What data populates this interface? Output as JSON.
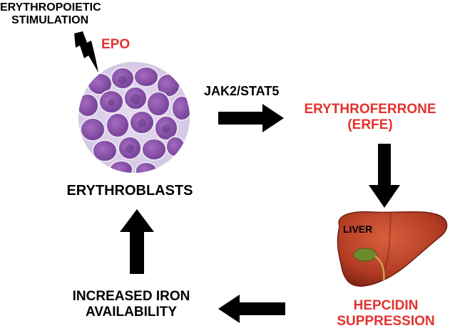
{
  "stimulation": [
    "ERYTHROPOIETIC",
    "STIMULATION"
  ],
  "epo": "EPO",
  "erythroblasts": "ERYTHROBLASTS",
  "pathway": "JAK2/STAT5",
  "erythroferrone": [
    "ERYTHROFERRONE",
    "(ERFE)"
  ],
  "liver": "LIVER",
  "hepcidin": [
    "HEPCIDIN",
    "SUPPRESSION"
  ],
  "iron": [
    "INCREASED IRON",
    "AVAILABILITY"
  ],
  "colors": {
    "accent": "#e2322f",
    "text": "#000000",
    "cells": "#8a4fa8",
    "liver": "#b8402a"
  },
  "icons": [
    "lightning-bolt-icon",
    "erythroblast-cells-image",
    "liver-image",
    "arrow-right",
    "arrow-down",
    "arrow-left",
    "arrow-up"
  ]
}
